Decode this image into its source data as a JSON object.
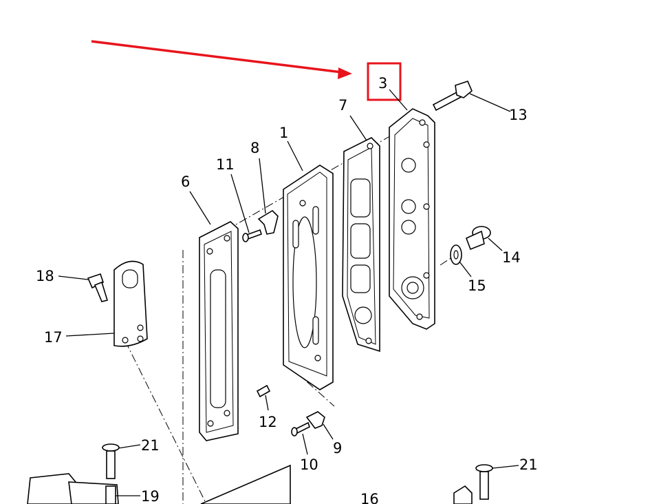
{
  "callouts": {
    "p1": "1",
    "p3": "3",
    "p6": "6",
    "p7": "7",
    "p8": "8",
    "p9": "9",
    "p10": "10",
    "p11": "11",
    "p12": "12",
    "p13": "13",
    "p14": "14",
    "p15": "15",
    "p16": "16",
    "p17": "17",
    "p18": "18",
    "p19": "19",
    "p21a": "21",
    "p21b": "21"
  },
  "highlight": {
    "callout": "3",
    "color": "#e8141c"
  },
  "pointer_arrow": {
    "color": "#e8141c",
    "points_to": "3"
  }
}
